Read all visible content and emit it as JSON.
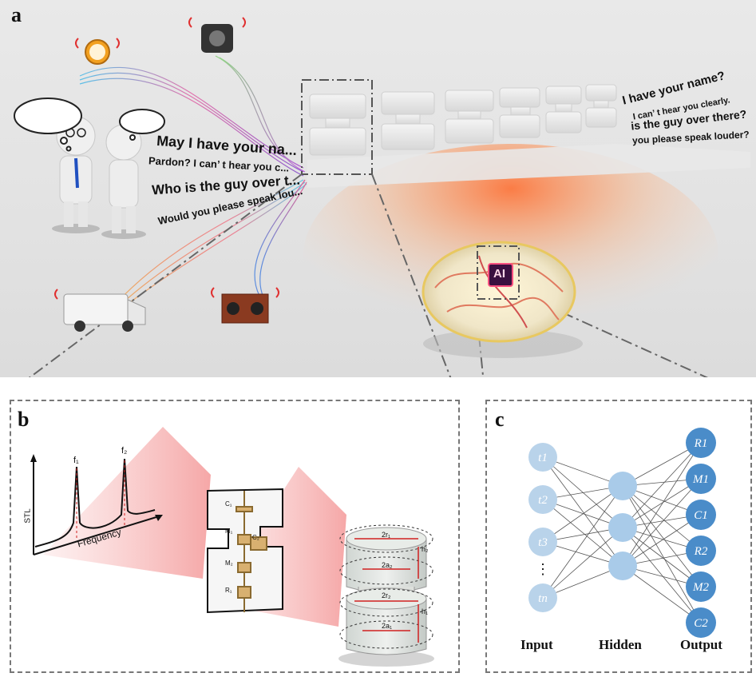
{
  "panels": {
    "a": "a",
    "b": "b",
    "c": "c"
  },
  "phrases_left": [
    "May I have your na...",
    "Pardon?  I can’ t hear you c...",
    "Who is the guy over t...",
    "Would you please speak lou..."
  ],
  "phrases_right": [
    "I have your name?",
    "I can’ t hear you clearly.",
    "is the guy over there?",
    "you please speak louder?"
  ],
  "ai_chip": "AI",
  "stl": {
    "y_label": "STL",
    "x_label": "Frequency",
    "peaks": [
      "f₁",
      "f₂"
    ]
  },
  "circuit_labels": [
    "C₁",
    "M₁",
    "C₂",
    "M₂",
    "R₁"
  ],
  "geometry_labels": [
    "2r₁",
    "h₂",
    "2a₂",
    "2r₂",
    "h₁",
    "2a₁"
  ],
  "nn": {
    "inputs": [
      "t1",
      "t2",
      "t3",
      "⋮",
      "tn"
    ],
    "outputs": [
      "R1",
      "M1",
      "C1",
      "R2",
      "M2",
      "C2"
    ],
    "layer_labels": {
      "input": "Input",
      "hidden": "Hidden",
      "output": "Output"
    },
    "colors": {
      "input": "#b9d3ea",
      "hidden": "#a9cbe9",
      "output": "#4a8cc9"
    }
  }
}
